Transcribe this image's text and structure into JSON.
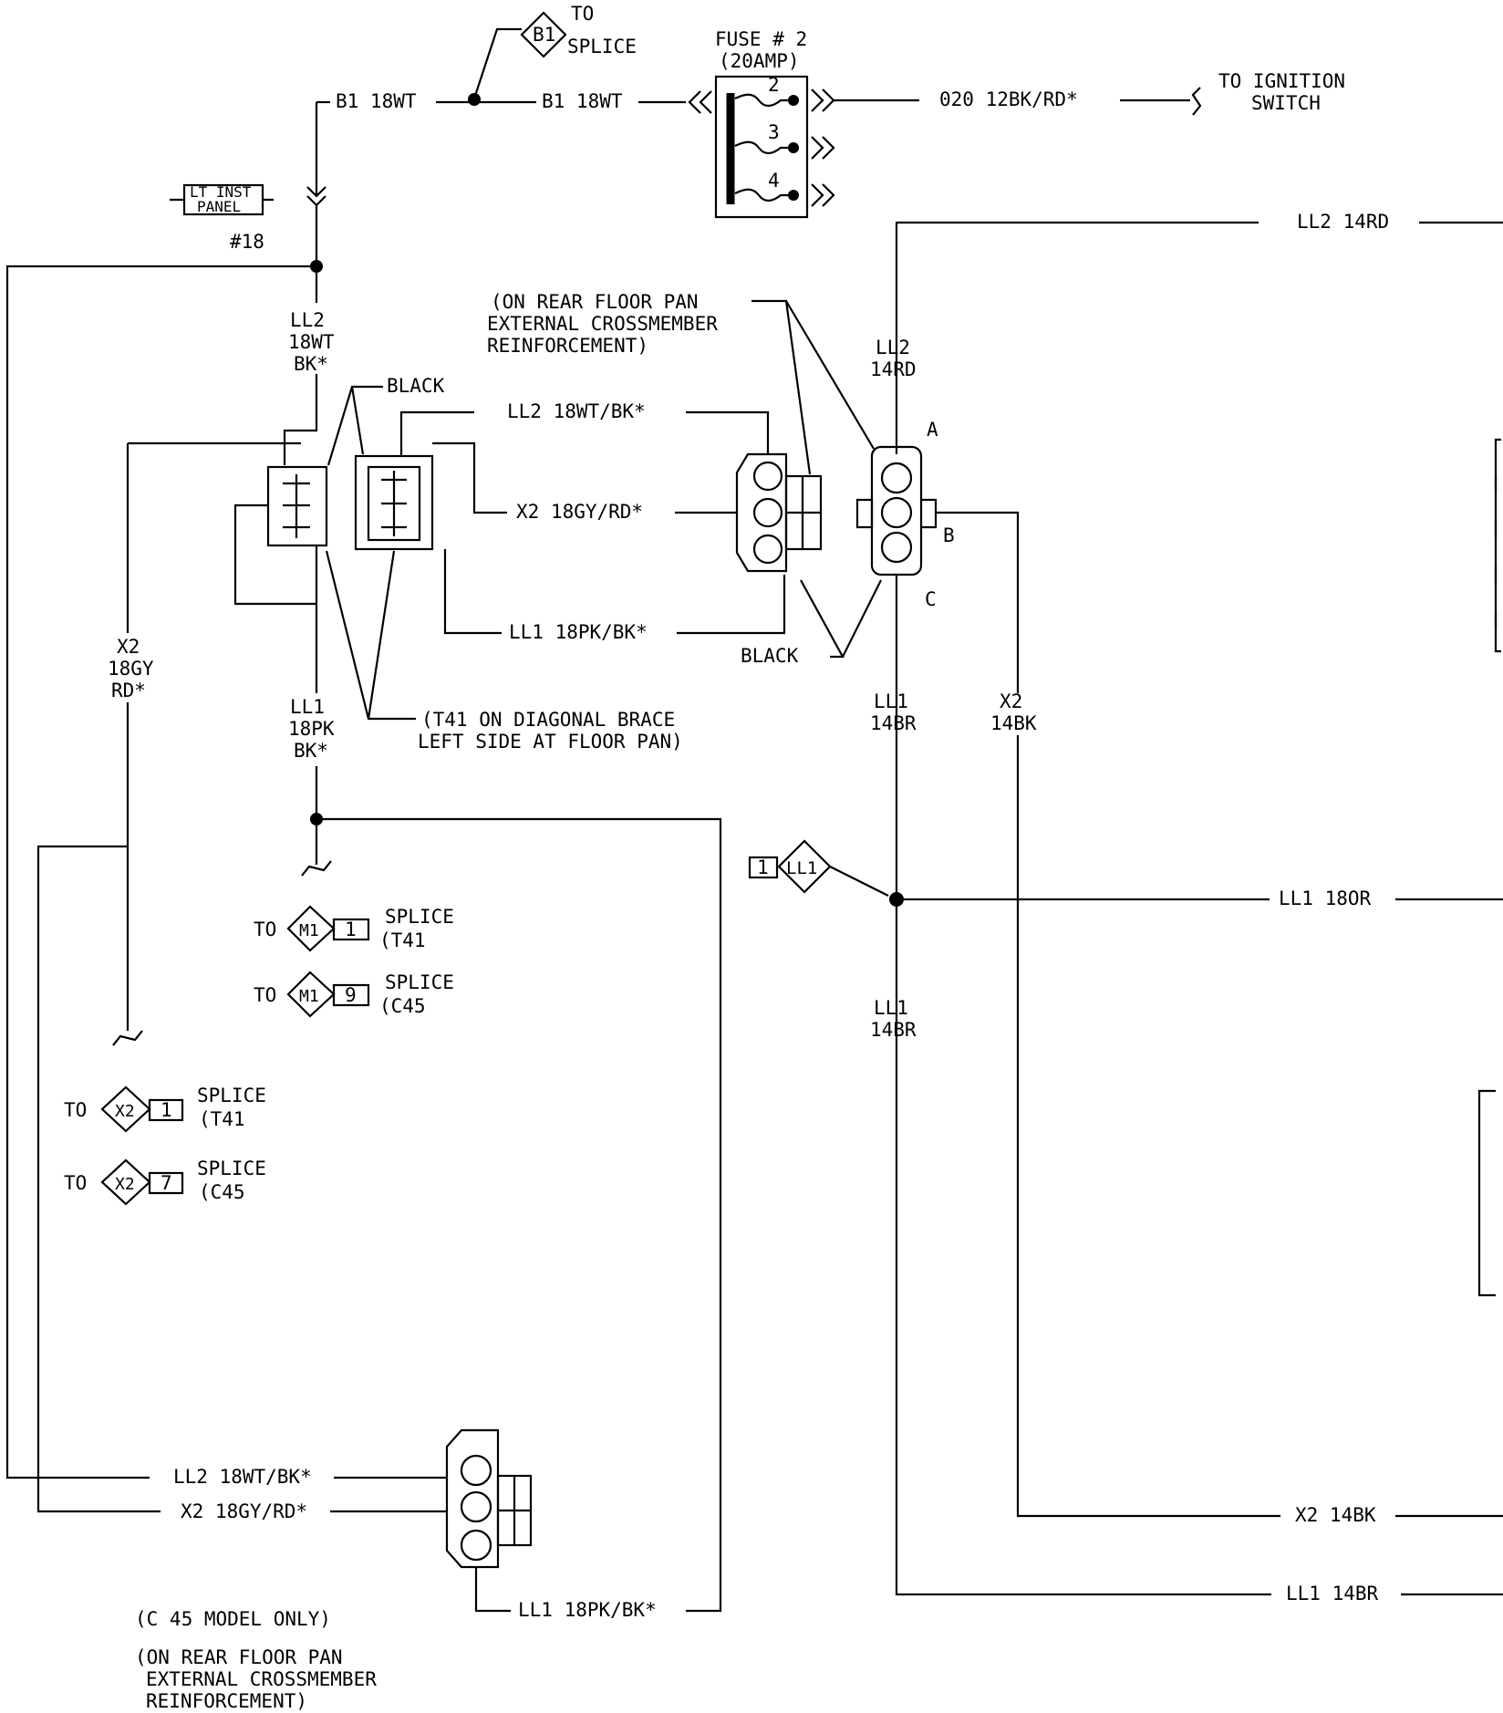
{
  "colors": {
    "ink": "#000000",
    "paper": "#ffffff"
  },
  "top": {
    "b1_splice_code": "B1",
    "to_word": "TO",
    "splice_word": "SPLICE",
    "b1_left_label": "B1 18WT",
    "b1_right_label": "B1 18WT",
    "fuse_title": "FUSE # 2",
    "fuse_rating": "(20AMP)",
    "fuse_num_2": "2",
    "fuse_num_3": "3",
    "fuse_num_4": "4",
    "fuse_out_label": "020 12BK/RD*",
    "ignition_line1": "TO IGNITION",
    "ignition_line2": "SWITCH"
  },
  "ground": {
    "line1": "LT INST",
    "line2": "PANEL",
    "number": "#18"
  },
  "left_wires": {
    "ll2_l1": "LL2",
    "ll2_l2": "18WT",
    "ll2_l3": "BK*",
    "x2_l1": "X2",
    "x2_l2": "18GY",
    "x2_l3": "RD*",
    "ll1_l1": "LL1",
    "ll1_l2": "18PK",
    "ll1_l3": "BK*"
  },
  "upper_connectors": {
    "black_top": "BLACK",
    "black_bottom": "BLACK",
    "ll2_label": "LL2 18WT/BK*",
    "x2_label": "X2 18GY/RD*",
    "ll1_label": "LL1 18PK/BK*",
    "t41_note_l1": "(T41 ON DIAGONAL BRACE",
    "t41_note_l2": "LEFT SIDE AT FLOOR PAN)",
    "floor_note_l1": "(ON REAR FLOOR PAN",
    "floor_note_l2": "EXTERNAL CROSSMEMBER",
    "floor_note_l3": "REINFORCEMENT)",
    "pin_a": "A",
    "pin_b": "B",
    "pin_c": "C"
  },
  "right_wires": {
    "ll2_top_label": "LL2 14RD",
    "ll2_l1": "LL2",
    "ll2_l2": "14RD",
    "ll1_l1": "LL1",
    "ll1_l2": "14BR",
    "x2_l1": "X2",
    "x2_l2": "14BK",
    "ll1_lower_l1": "LL1",
    "ll1_lower_l2": "14BR",
    "ll1_or_label": "LL1 18OR",
    "x2_bottom_label": "X2 14BK",
    "ll1_bottom_label": "LL1 14BR",
    "ll1_splice_code": "LL1",
    "ll1_splice_num": "1"
  },
  "splice_refs": [
    {
      "to": "TO",
      "code": "M1",
      "num": "1",
      "splice": "SPLICE",
      "loc": "(T41"
    },
    {
      "to": "TO",
      "code": "M1",
      "num": "9",
      "splice": "SPLICE",
      "loc": "(C45"
    },
    {
      "to": "TO",
      "code": "X2",
      "num": "1",
      "splice": "SPLICE",
      "loc": "(T41"
    },
    {
      "to": "TO",
      "code": "X2",
      "num": "7",
      "splice": "SPLICE",
      "loc": "(C45"
    }
  ],
  "bottom_connector": {
    "ll2_label": "LL2 18WT/BK*",
    "x2_label": "X2 18GY/RD*",
    "ll1_label": "LL1 18PK/BK*",
    "model_note": "(C 45 MODEL ONLY)",
    "floor_note_l1": "(ON REAR FLOOR PAN",
    "floor_note_l2": "EXTERNAL CROSSMEMBER",
    "floor_note_l3": "REINFORCEMENT)"
  }
}
